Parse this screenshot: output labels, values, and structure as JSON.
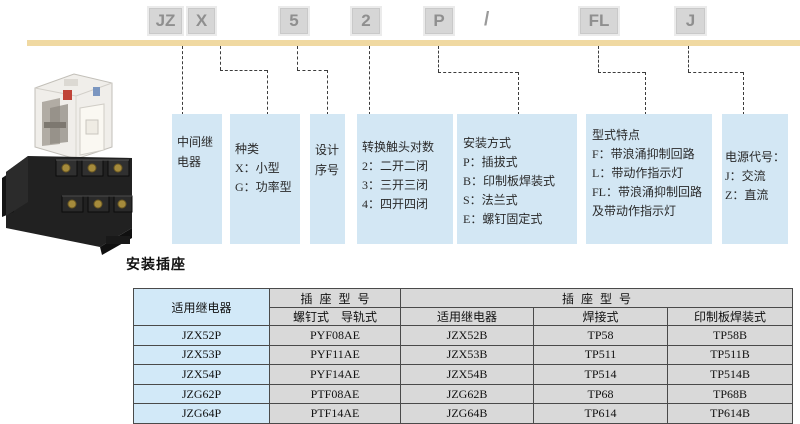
{
  "code": {
    "segments": [
      {
        "text": "JZ"
      },
      {
        "text": "X"
      },
      {
        "text": "5"
      },
      {
        "text": "2"
      },
      {
        "text": "P"
      },
      {
        "text": "/"
      },
      {
        "text": "FL"
      },
      {
        "text": "J"
      }
    ]
  },
  "legend": {
    "boxes": [
      {
        "name": "relay-category",
        "lines": [
          "中间继电器"
        ]
      },
      {
        "name": "kind",
        "lines": [
          "种类",
          "X：小型",
          "G：功率型"
        ]
      },
      {
        "name": "design-serial",
        "lines": [
          "设计",
          "序号"
        ]
      },
      {
        "name": "contact-pairs",
        "lines": [
          "转换触头对数",
          "2：二开二闭",
          "3：三开三闭",
          "4：四开四闭"
        ]
      },
      {
        "name": "mounting-style",
        "lines": [
          "安装方式",
          "P：插拔式",
          "B：印制板焊装式",
          "S：法兰式",
          "E：螺钉固定式"
        ]
      },
      {
        "name": "model-features",
        "lines": [
          "型式特点",
          "F：带浪涌抑制回路",
          "L：带动作指示灯",
          "FL：带浪涌抑制回路及带动作指示灯"
        ]
      },
      {
        "name": "power-code",
        "lines": [
          "电源代号：",
          "J：交流",
          "Z：直流"
        ]
      }
    ]
  },
  "socket_table": {
    "title": "安装插座",
    "header": {
      "col1": "适用继电器",
      "group_left": "插座型号",
      "group_right": "插座型号",
      "sub": [
        "螺钉式　导轨式",
        "适用继电器",
        "焊接式",
        "印制板焊装式"
      ]
    },
    "rows": [
      [
        "JZX52P",
        "PYF08AE",
        "JZX52B",
        "TP58",
        "TP58B"
      ],
      [
        "JZX53P",
        "PYF11AE",
        "JZX53B",
        "TP511",
        "TP511B"
      ],
      [
        "JZX54P",
        "PYF14AE",
        "JZX54B",
        "TP514",
        "TP514B"
      ],
      [
        "JZG62P",
        "PTF08AE",
        "JZG62B",
        "TP68",
        "TP68B"
      ],
      [
        "JZG64P",
        "PTF14AE",
        "JZG64B",
        "TP614",
        "TP614B"
      ]
    ]
  },
  "colors": {
    "divider_bar": "#f0d9a2",
    "legend_box_bg": "#d3e7f4",
    "table_col1_bg": "#d2e9f8",
    "table_cell_bg": "#d9d9d9",
    "code_box_bg": "#d6d6d6",
    "code_text": "#8f8f8f"
  }
}
